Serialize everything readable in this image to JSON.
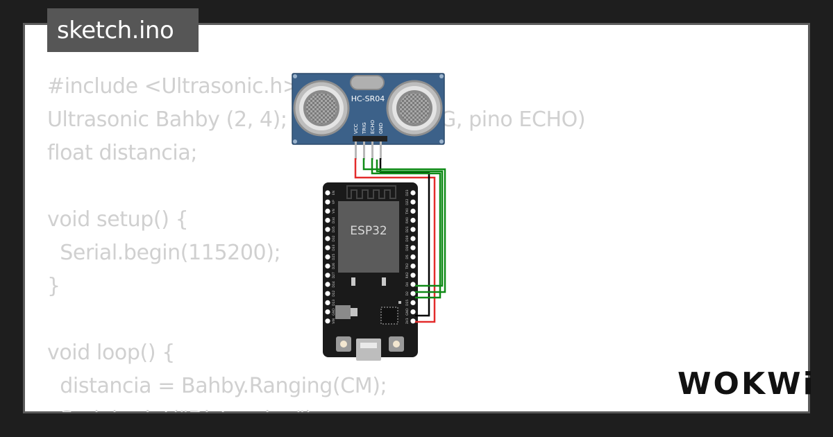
{
  "file_tab": {
    "label": "sketch.ino"
  },
  "code_lines": [
    "#include <Ultrasonic.h>",
    "Ultrasonic Bahby (2, 4);                   TRIG, pino ECHO)",
    "float distancia;",
    "",
    "void setup() {",
    "  Serial.begin(115200);",
    "}",
    "",
    "void loop() {",
    "  distancia = Bahby.Ranging(CM);",
    "  Serial.print(\"Distancia: \");"
  ],
  "sensor": {
    "model": "HC-SR04",
    "pins": [
      "VCC",
      "TRIG",
      "ECHO",
      "GND"
    ]
  },
  "board": {
    "chip_label": "ESP32",
    "left_pins": [
      "EN",
      "VP",
      "VN",
      "D34",
      "D35",
      "D32",
      "D33",
      "D25",
      "D26",
      "D27",
      "D14",
      "D12",
      "D13",
      "GND",
      "VIN"
    ],
    "right_pins": [
      "D23",
      "D22",
      "TX0",
      "RX0",
      "D21",
      "D19",
      "D18",
      "D5",
      "TX2",
      "RX2",
      "D4",
      "D2",
      "D15",
      "GND",
      "3V3"
    ]
  },
  "logo": {
    "text": "WOKWi"
  },
  "colors": {
    "background": "#1e1e1e",
    "card": "#ffffff",
    "code_text": "#d0d0d0",
    "tag_bg": "#565656",
    "sensor_blue": "#3c6189",
    "board_black": "#1a1a1a",
    "wire_red": "#e32b2b",
    "wire_green": "#0e8a16",
    "wire_black": "#000000"
  }
}
